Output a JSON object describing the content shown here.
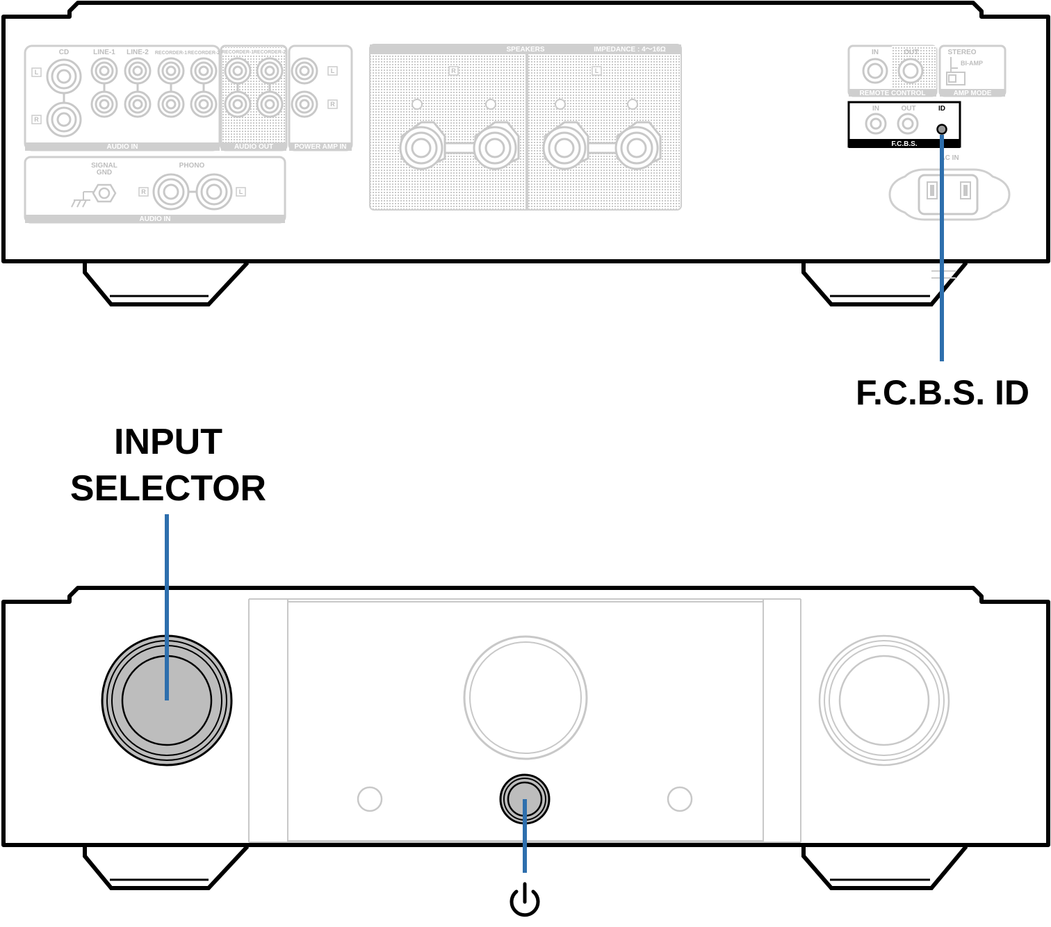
{
  "rear_panel": {
    "audio_in_top": {
      "columns": [
        "CD",
        "LINE-1",
        "LINE-2",
        "RECORDER-1",
        "RECORDER-2"
      ],
      "channel_left": "L",
      "channel_right": "R",
      "footer": "AUDIO IN"
    },
    "audio_out": {
      "columns": [
        "RECORDER-1",
        "RECORDER-2"
      ],
      "footer": "AUDIO OUT"
    },
    "power_amp_in": {
      "channel_left": "L",
      "channel_right": "R",
      "footer": "POWER AMP IN"
    },
    "audio_in_bottom": {
      "signal_gnd": [
        "SIGNAL",
        "GND"
      ],
      "phono": "PHONO",
      "channel_right": "R",
      "channel_left": "L",
      "footer": "AUDIO IN"
    },
    "speakers": {
      "title": "SPEAKERS",
      "impedance": "IMPEDANCE : 4～16Ω",
      "right": "R",
      "left": "L"
    },
    "remote_control": {
      "in": "IN",
      "out": "OUT",
      "footer": "REMOTE CONTROL"
    },
    "amp_mode": {
      "stereo": "STEREO",
      "bi_amp": "BI-AMP",
      "footer": "AMP MODE"
    },
    "fcbs": {
      "in": "IN",
      "out": "OUT",
      "id": "ID",
      "footer": "F.C.B.S."
    },
    "ac_in": "AC IN"
  },
  "callouts": {
    "fcbs_id": "F.C.B.S. ID",
    "input_selector_line1": "INPUT",
    "input_selector_line2": "SELECTOR",
    "power_icon": "power-icon"
  },
  "colors": {
    "callout_line": "#2e6fad",
    "highlight": "#000000",
    "inactive": "#c8c8c8",
    "knob_fill": "#bdbdbd"
  }
}
